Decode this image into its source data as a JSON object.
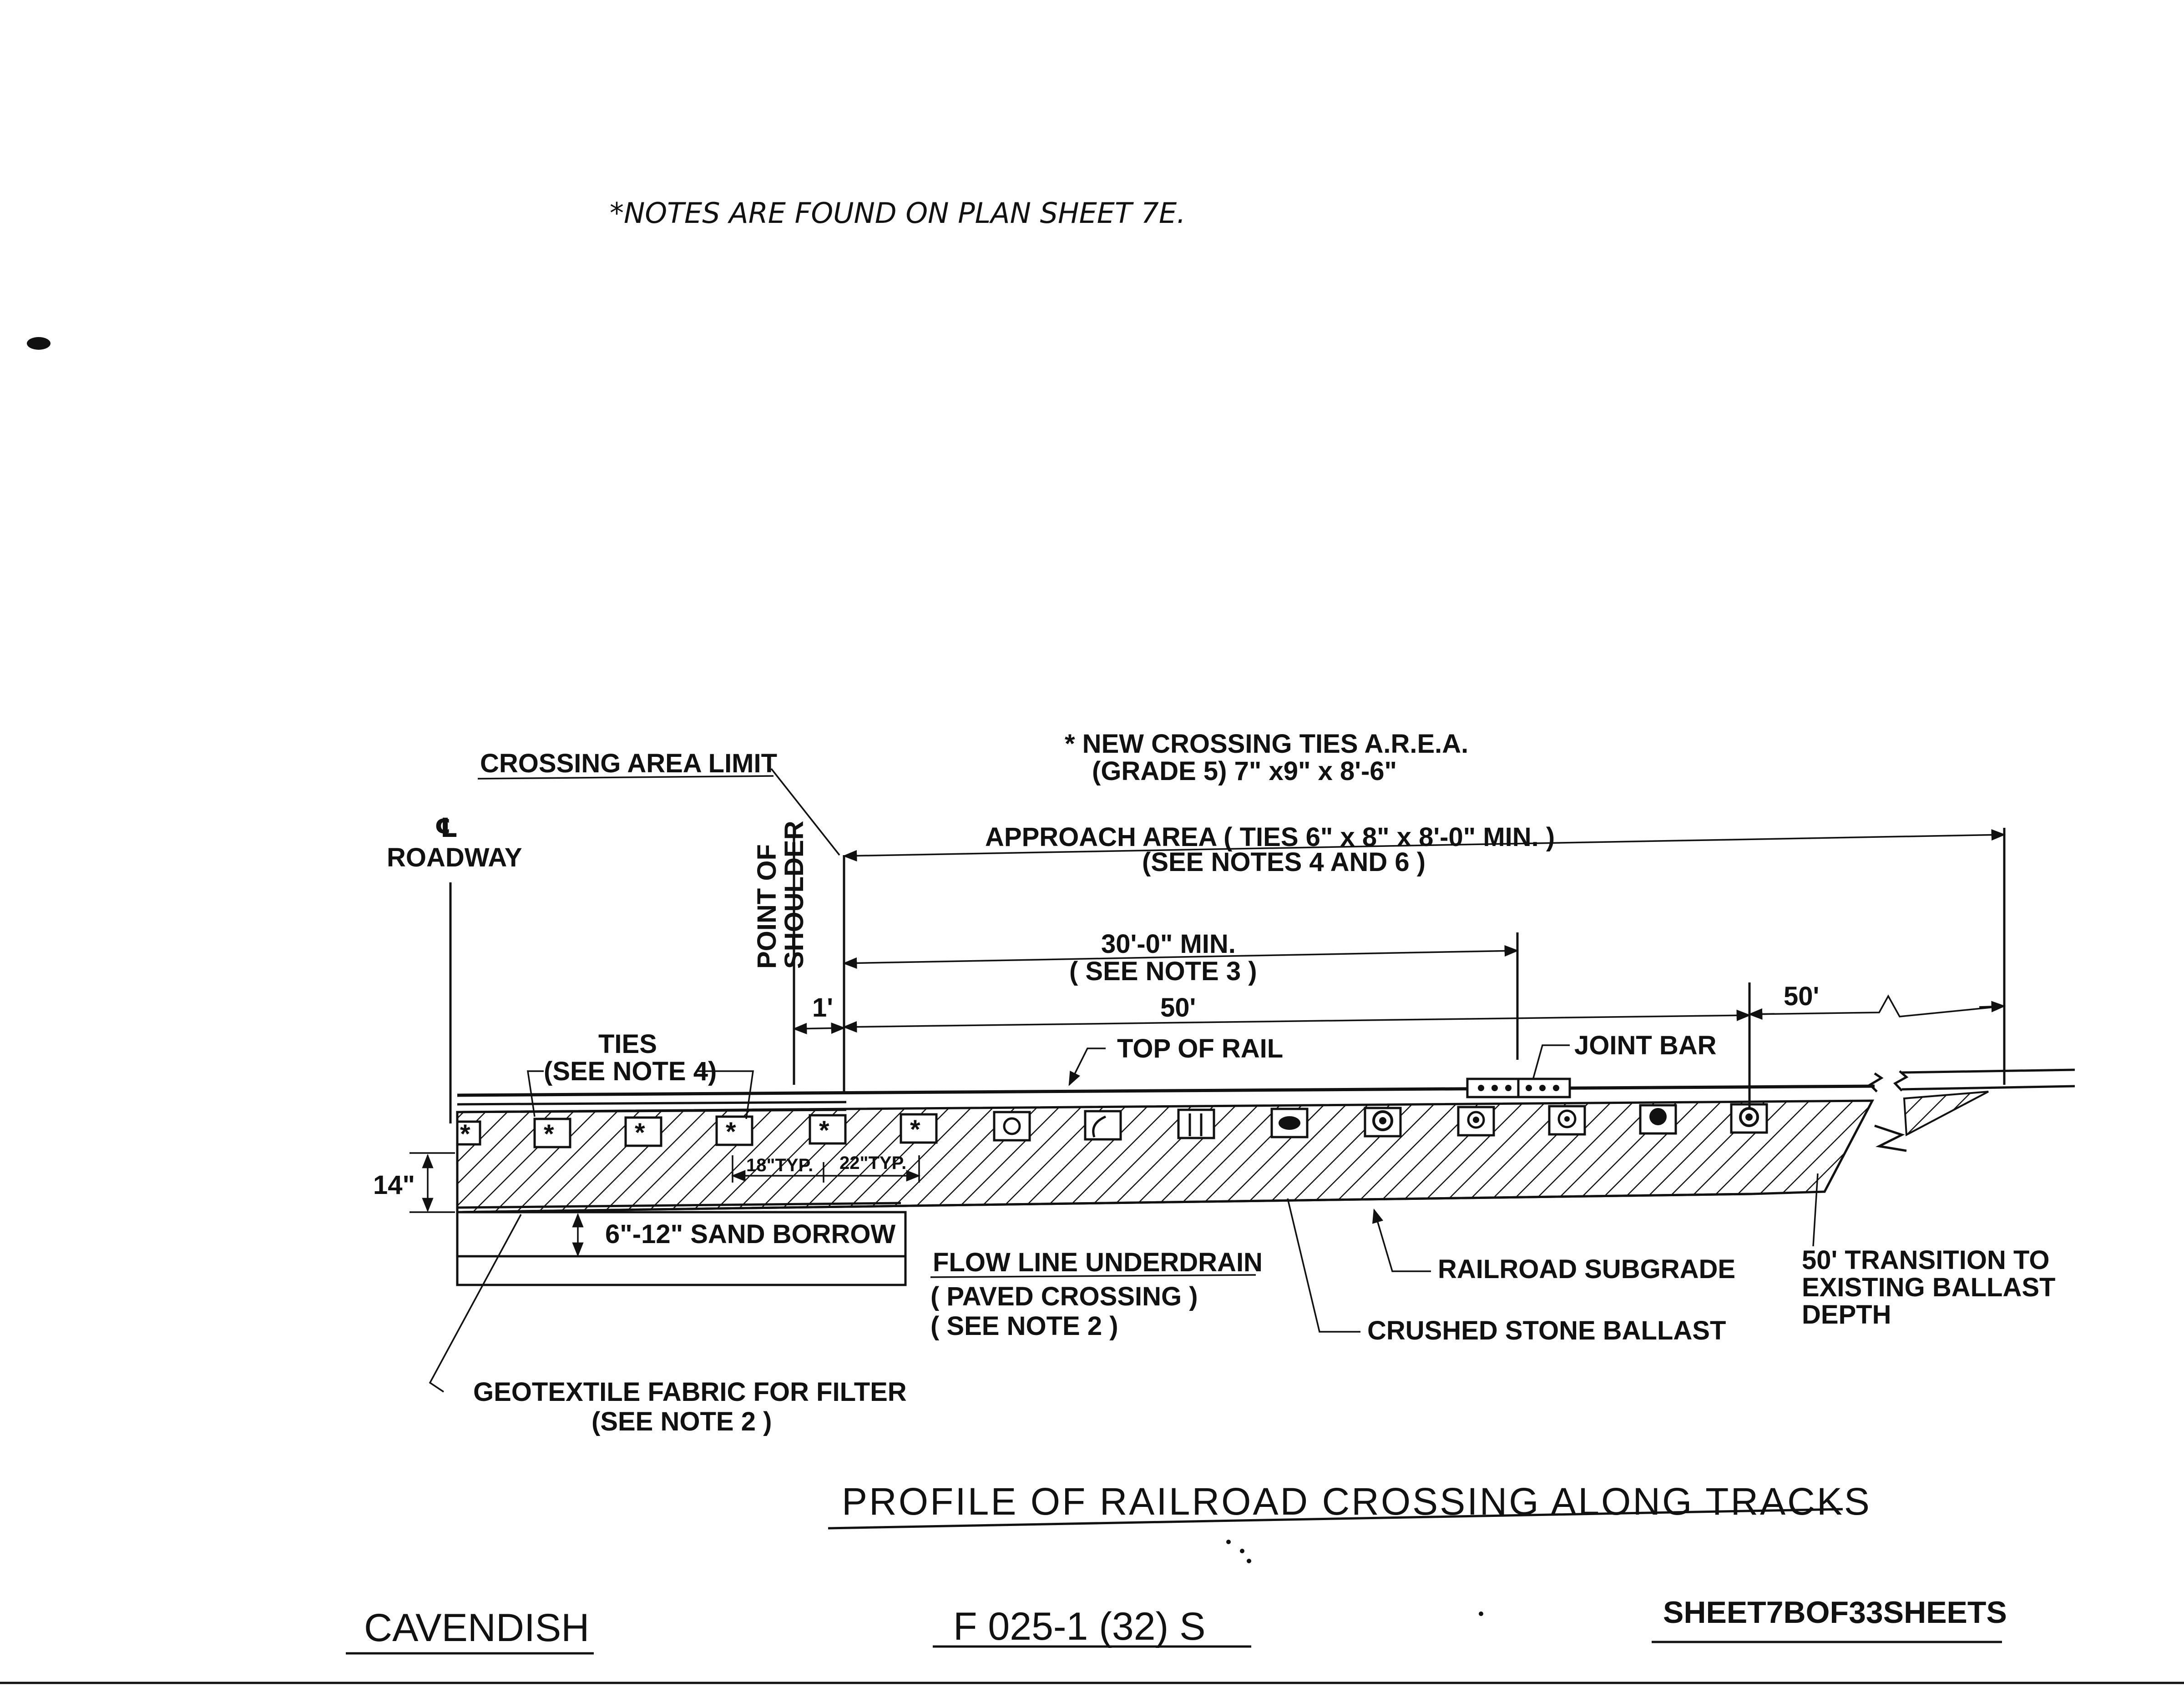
{
  "notes_header": "*NOTES ARE FOUND ON PLAN SHEET 7E.",
  "labels": {
    "crossing_area_limit": "CROSSING AREA LIMIT",
    "centerline_symbol": "℄",
    "roadway": "ROADWAY",
    "point_of_shoulder_line1": "POINT OF",
    "point_of_shoulder_line2": "SHOULDER",
    "new_ties_line1": "* NEW CROSSING TIES A.R.E.A.",
    "new_ties_line2": "(GRADE 5) 7\" x9\" x 8'-6\"",
    "approach_area_line1": "APPROACH AREA ( TIES 6\" x 8\" x 8'-0\" MIN. )",
    "approach_area_line2": "(SEE NOTES 4 AND 6 )",
    "min_30_line1": "30'-0\" MIN.",
    "min_30_line2": "( SEE NOTE 3 )",
    "dim_1ft": "1'",
    "dim_50ft_a": "50'",
    "dim_50ft_b": "50'",
    "ties_line1": "TIES",
    "ties_line2": "(SEE NOTE 4)",
    "top_of_rail": "TOP OF RAIL",
    "joint_bar": "JOINT BAR",
    "dim_14in": "14\"",
    "dim_18typ": "18\"TYP.",
    "dim_22typ": "22\"TYP.",
    "sand_borrow": "6\"-12\" SAND BORROW",
    "flow_line_line1": "FLOW LINE UNDERDRAIN",
    "flow_line_line2": "( PAVED CROSSING )",
    "flow_line_line3": "( SEE NOTE 2 )",
    "railroad_subgrade": "RAILROAD SUBGRADE",
    "crushed_stone_ballast": "CRUSHED STONE BALLAST",
    "transition_line1": "50' TRANSITION TO",
    "transition_line2": "EXISTING BALLAST",
    "transition_line3": "DEPTH",
    "geotextile_line1": "GEOTEXTILE FABRIC FOR FILTER",
    "geotextile_line2": "(SEE NOTE 2 )",
    "tie_marker": "*"
  },
  "title": "PROFILE OF RAILROAD CROSSING ALONG TRACKS",
  "footer": {
    "town": "CAVENDISH",
    "project": "F 025-1 (32) S",
    "sheet_prefix": "SHEET",
    "sheet_number": "7B",
    "sheet_middle": "OF",
    "sheet_total": "33",
    "sheet_suffix": "SHEETS"
  },
  "colors": {
    "ink": "#111111",
    "paper": "#ffffff"
  }
}
